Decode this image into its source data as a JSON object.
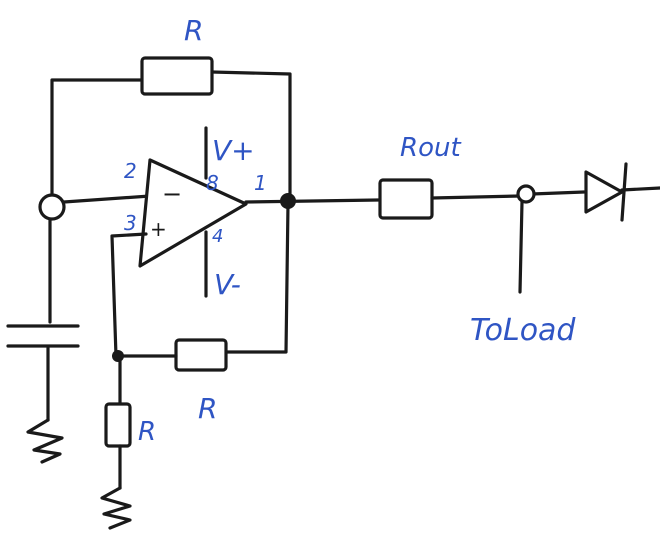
{
  "labels": {
    "r_feedback_top": "R",
    "r_feedback_bottom": "R",
    "r_ground": "R",
    "r_out": "Rout",
    "to_load": "ToLoad",
    "v_plus": "V+",
    "v_minus": "V-",
    "pin_inverting": "2",
    "pin_noninverting": "3",
    "pin_output": "1",
    "pin_vplus": "8",
    "pin_vminus": "4",
    "minus_sign": "−",
    "plus_sign": "+"
  },
  "colors": {
    "ink": "#1a1a1a",
    "label_blue": "#2f55c4"
  }
}
